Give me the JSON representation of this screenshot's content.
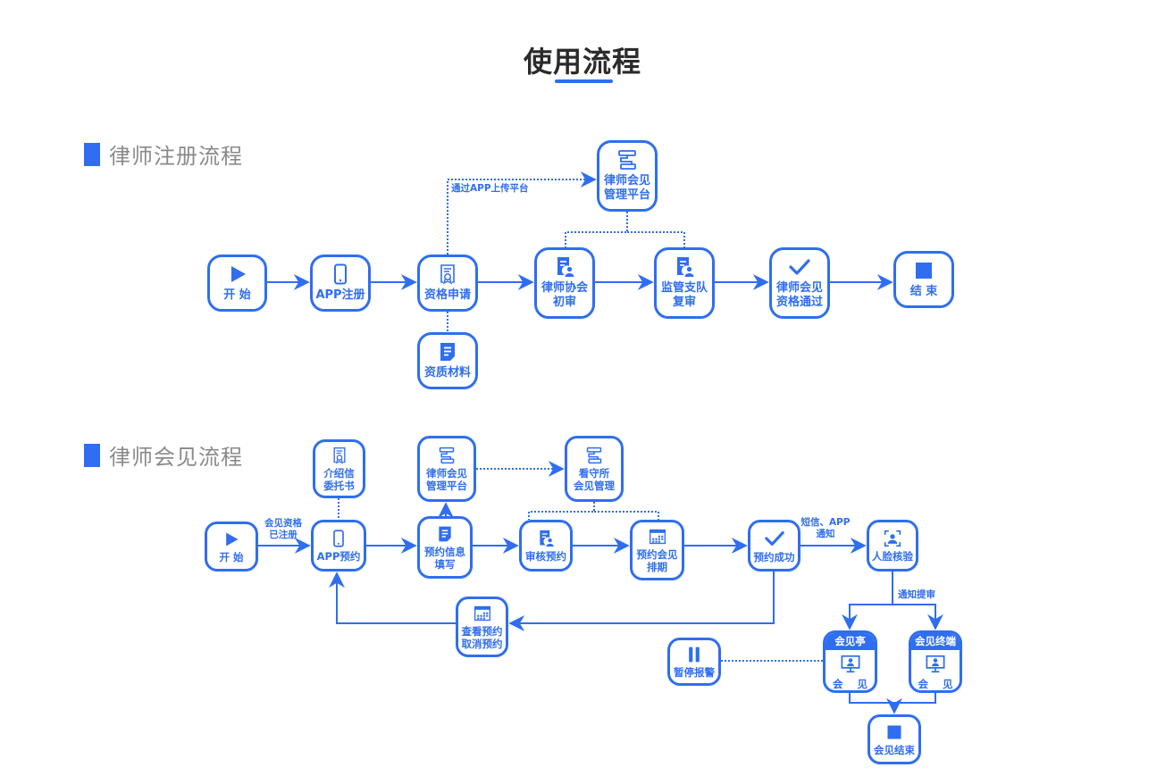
{
  "title": "使用流程",
  "colors": {
    "accent": "#2f6ef0",
    "title": "#2b2b2b",
    "section_label": "#8a8a8a"
  },
  "registration": {
    "section_title": "律师注册流程",
    "nodes": {
      "start": {
        "label": "开 始",
        "icon": "play-icon"
      },
      "app_register": {
        "label": "APP注册",
        "icon": "phone-icon"
      },
      "qualification_apply": {
        "label": "资格申请",
        "icon": "certificate-icon"
      },
      "materials": {
        "label": "资质材料",
        "icon": "document-icon"
      },
      "platform": {
        "label": "律师会见\n管理平台",
        "icon": "flowchart-icon"
      },
      "initial_review": {
        "label": "律师协会\n初审",
        "icon": "reviewer-document-icon"
      },
      "second_review": {
        "label": "监管支队\n复审",
        "icon": "reviewer-document-icon"
      },
      "passed": {
        "label": "律师会见\n资格通过",
        "icon": "check-icon"
      },
      "end": {
        "label": "结 束",
        "icon": "stop-icon"
      }
    },
    "edge_labels": {
      "upload": "通过APP上传平台"
    }
  },
  "meeting": {
    "section_title": "律师会见流程",
    "nodes": {
      "start": {
        "label": "开 始",
        "icon": "play-icon"
      },
      "app_booking": {
        "label": "APP预约",
        "icon": "phone-icon"
      },
      "letter": {
        "label": "介绍信\n委托书",
        "icon": "certificate-icon"
      },
      "fill_info": {
        "label": "预约信息\n填写",
        "icon": "document-icon"
      },
      "platform": {
        "label": "律师会见\n管理平台",
        "icon": "flowchart-icon"
      },
      "detention": {
        "label": "看守所\n会见管理",
        "icon": "flowchart-icon"
      },
      "review": {
        "label": "审核预约",
        "icon": "reviewer-document-icon"
      },
      "schedule": {
        "label": "预约会见\n排期",
        "icon": "calendar-icon"
      },
      "success": {
        "label": "预约成功",
        "icon": "check-icon"
      },
      "face_check": {
        "label": "人脸核验",
        "icon": "face-scan-icon"
      },
      "view_cancel": {
        "label": "查看预约\n取消预约",
        "icon": "calendar-icon"
      },
      "pause_alarm": {
        "label": "暂停报警",
        "icon": "pause-icon"
      },
      "kiosk": {
        "header": "会见亭",
        "label": "会 见",
        "icon": "monitor-person-icon"
      },
      "terminal": {
        "header": "会见终端",
        "label": "会 见",
        "icon": "monitor-person-icon"
      },
      "meeting_end": {
        "label": "会见结束",
        "icon": "stop-icon"
      }
    },
    "edge_labels": {
      "registered": "会见资格\n已注册",
      "notify": "短信、APP\n通知",
      "summon": "通知提审"
    }
  }
}
